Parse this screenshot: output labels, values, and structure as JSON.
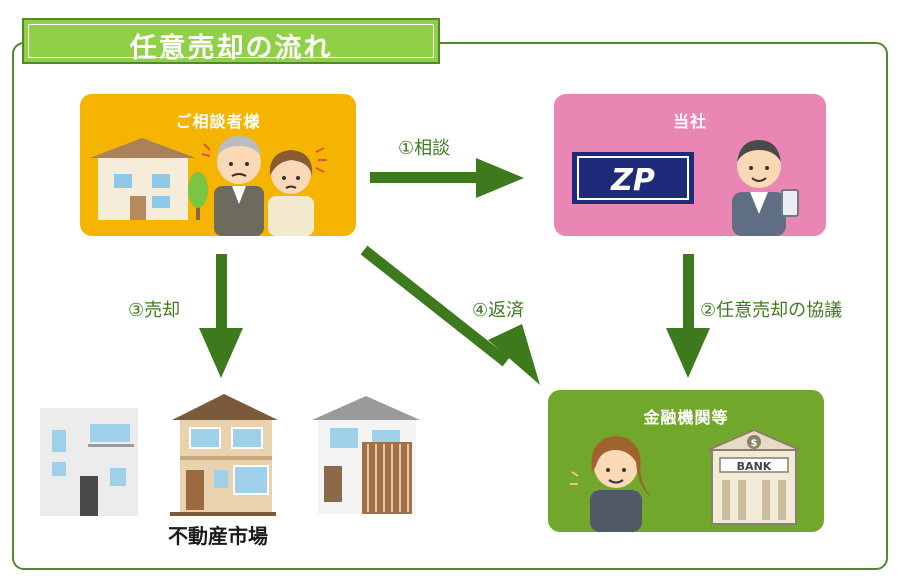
{
  "title": "任意売却の流れ",
  "nodes": {
    "client": {
      "label": "ご相談者様"
    },
    "company": {
      "label": "当社",
      "logo_text": "ZP"
    },
    "bank": {
      "label": "金融機関等",
      "building_sign": "BANK",
      "coin_symbol": "$"
    },
    "market": {
      "label": "不動産市場"
    }
  },
  "arrows": {
    "consult": "①相談",
    "negotiate": "②任意売却の協議",
    "sell": "③売却",
    "repay": "④返済"
  },
  "colors": {
    "frame": "#4f8a2c",
    "title_bg": "#8fd047",
    "client_bg": "#f4b400",
    "company_bg": "#ea86b4",
    "bank_bg": "#71a82c",
    "arrow": "#3d7a1e"
  }
}
